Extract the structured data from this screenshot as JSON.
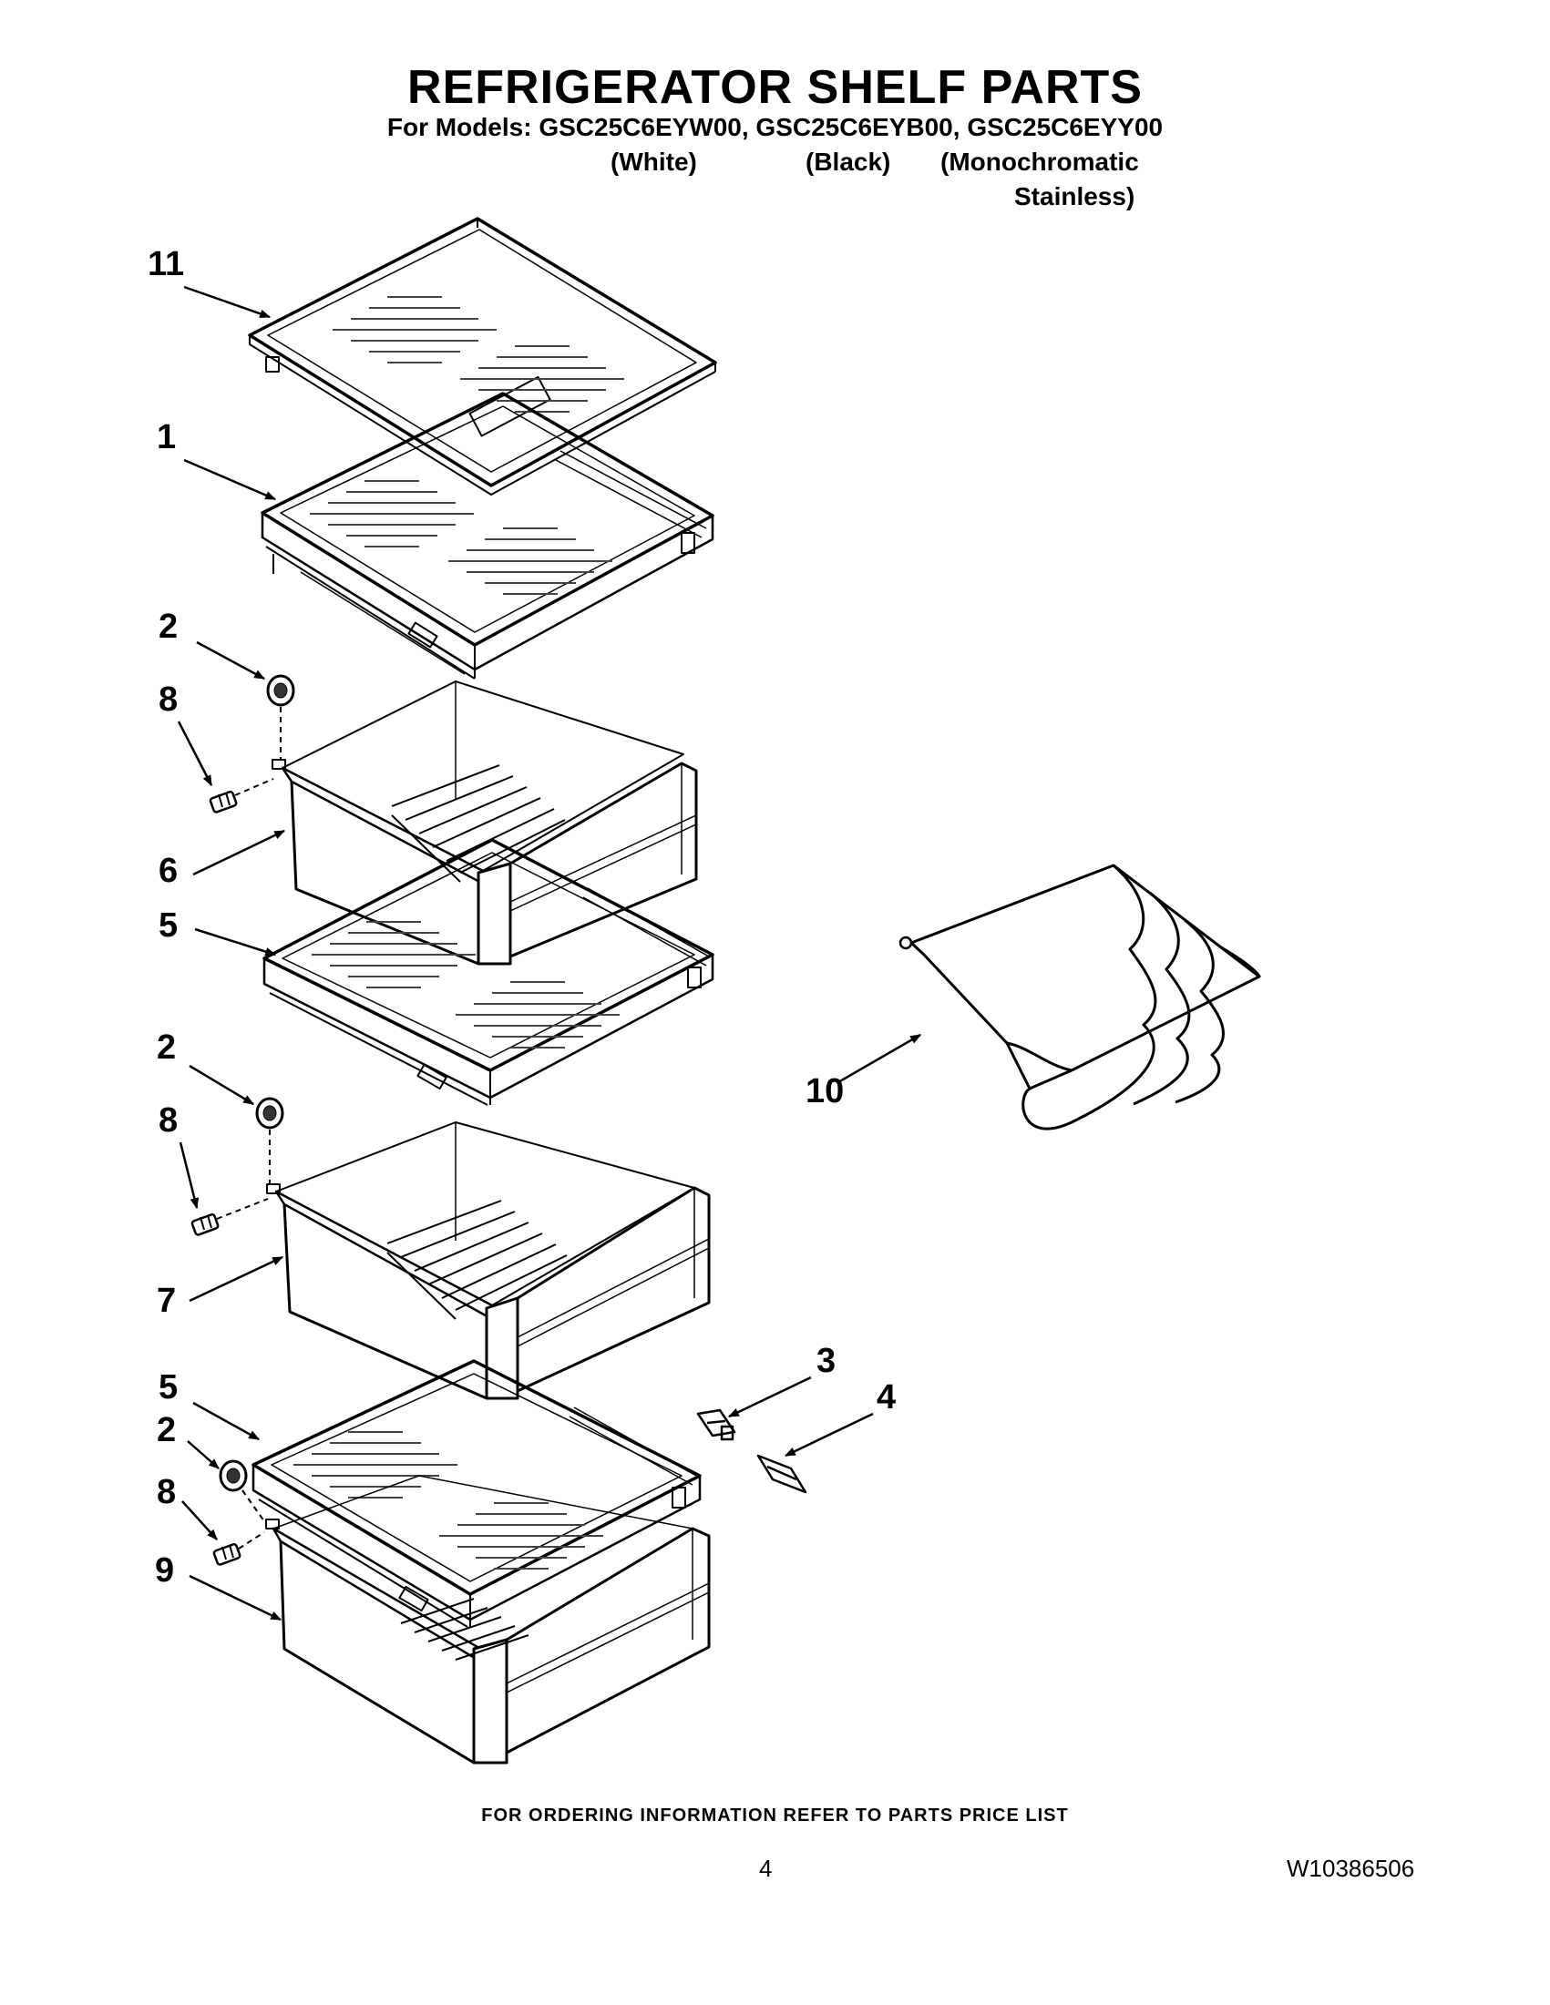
{
  "header": {
    "title": "REFRIGERATOR SHELF PARTS",
    "models_line": "For Models: GSC25C6EYW00, GSC25C6EYB00, GSC25C6EYY00",
    "variants": [
      "(White)",
      "(Black)",
      "(Monochromatic",
      "Stainless)"
    ]
  },
  "diagram": {
    "callouts": [
      "11",
      "1",
      "2",
      "8",
      "6",
      "5",
      "2",
      "8",
      "7",
      "5",
      "2",
      "8",
      "9",
      "3",
      "4",
      "10"
    ]
  },
  "footer": {
    "note": "FOR ORDERING INFORMATION REFER TO PARTS PRICE LIST",
    "page_number": "4",
    "doc_number": "W10386506"
  }
}
